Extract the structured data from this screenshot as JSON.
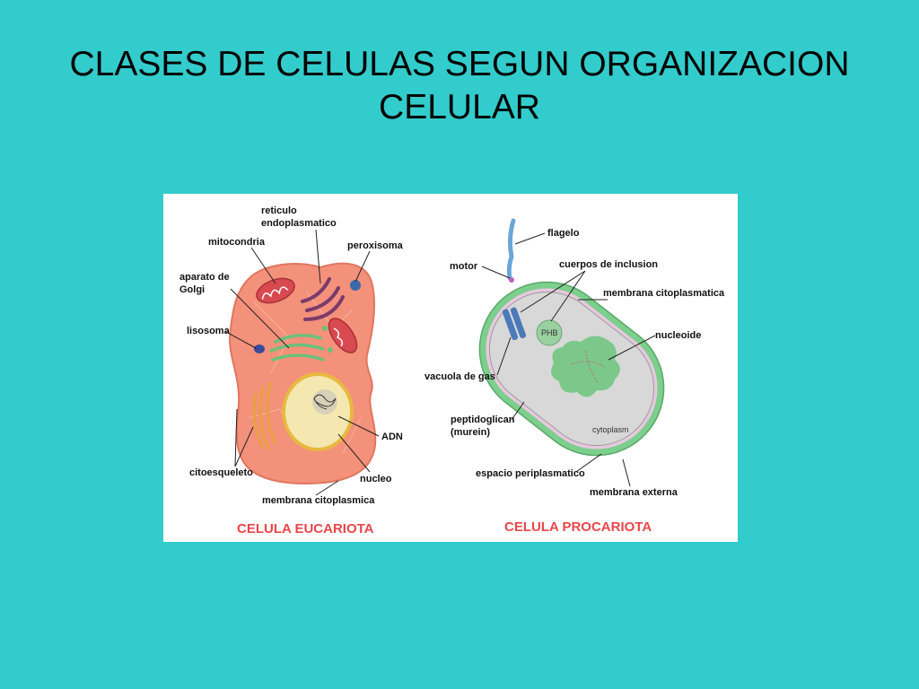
{
  "slide": {
    "title_line1": "CLASES DE CELULAS SEGUN ORGANIZACION",
    "title_line2": "CELULAR"
  },
  "eukaryote": {
    "caption": "CELULA EUCARIOTA",
    "labels": {
      "reticulo_1": "reticulo",
      "reticulo_2": "endoplasmatico",
      "mitocondria": "mitocondria",
      "peroxisoma": "peroxisoma",
      "golgi_1": "aparato de",
      "golgi_2": "Golgi",
      "lisosoma": "lisosoma",
      "adn": "ADN",
      "citoesqueleto": "citoesqueleto",
      "nucleo": "nucleo",
      "membrana": "membrana citoplasmica"
    }
  },
  "prokaryote": {
    "caption": "CELULA PROCARIOTA",
    "labels": {
      "flagelo": "flagelo",
      "motor": "motor",
      "cuerpos": "cuerpos de inclusion",
      "membrana_cito": "membrana citoplasmatica",
      "phb": "PHB",
      "nucleoide": "nucleoide",
      "vacuola": "vacuola de gas",
      "peptido_1": "peptidoglican",
      "peptido_2": "(murein)",
      "cytoplasm": "cytoplasm",
      "periplasma": "espacio periplasmatico",
      "externa": "membrana externa"
    }
  },
  "colors": {
    "background": "#33cccc",
    "panel": "#ffffff",
    "euk_cytoplasm": "#f4917a",
    "euk_caption": "#e8464a",
    "pro_wall": "#7ccf8c",
    "pro_cytoplasm": "#d8d8d8",
    "pro_caption": "#e8464a"
  }
}
